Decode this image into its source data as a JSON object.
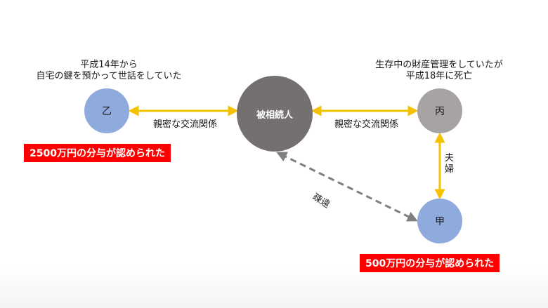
{
  "nodes": {
    "center": "被相続人",
    "otsu": "乙",
    "hei": "丙",
    "ko": "甲"
  },
  "notes": {
    "otsu": [
      "平成14年から",
      "自宅の鍵を預かって世話をしていた"
    ],
    "hei": [
      "生存中の財産管理をしていたが",
      "平成18年に死亡"
    ]
  },
  "edges": {
    "otsu_center": "親密な交流関係",
    "center_hei": "親密な交流関係",
    "hei_ko": "夫婦",
    "ko_center": "疎遠"
  },
  "awards": {
    "otsu": "2500万円の分与が認められた",
    "ko": "500万円の分与が認められた"
  },
  "colors": {
    "arrow_close": "#f5c200",
    "arrow_distant": "#7f7f7f",
    "award_bg": "#ff0000"
  }
}
